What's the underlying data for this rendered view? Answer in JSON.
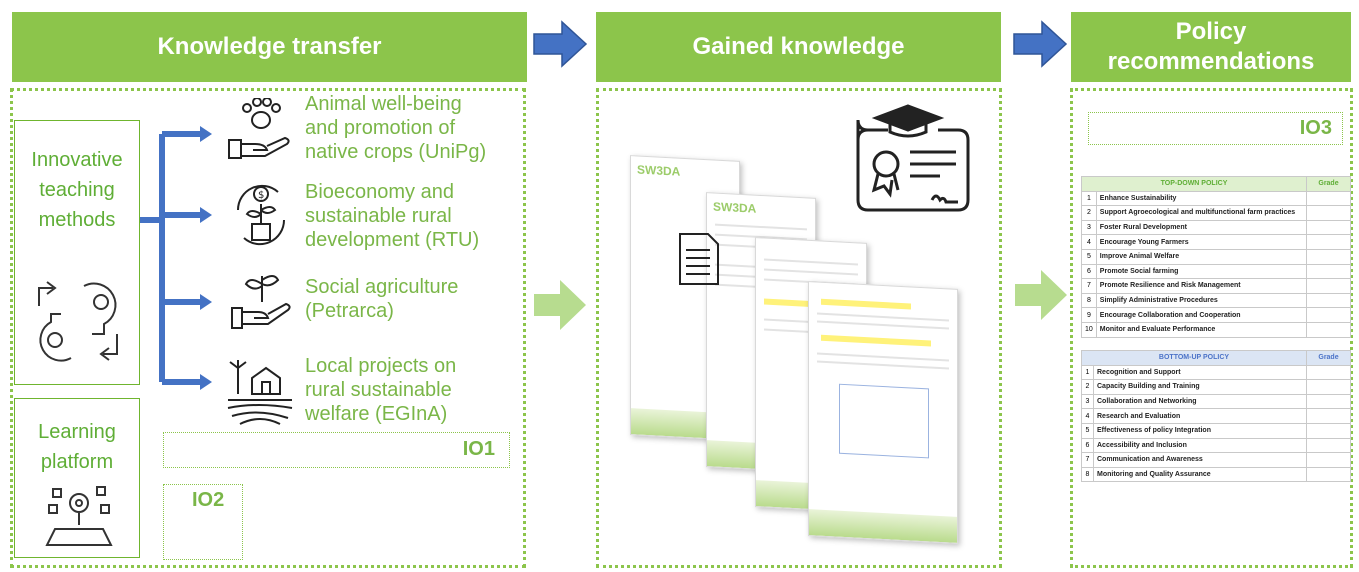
{
  "headers": {
    "knowledge_transfer": "Knowledge transfer",
    "gained_knowledge": "Gained knowledge",
    "policy_recommendations_line1": "Policy",
    "policy_recommendations_line2": "recommendations"
  },
  "left": {
    "teaching_title_lines": [
      "Innovative",
      "teaching",
      "methods"
    ],
    "learning_title_lines": [
      "Learning",
      "platform"
    ],
    "topics": [
      {
        "lines": [
          "Animal well-being",
          "and promotion of",
          "native crops (UniPg)"
        ],
        "icon": "paw-hand-icon"
      },
      {
        "lines": [
          "Bioeconomy and",
          "sustainable rural",
          "development (RTU)"
        ],
        "icon": "bioeconomy-icon"
      },
      {
        "lines": [
          "Social agriculture",
          "(Petrarca)"
        ],
        "icon": "plant-hand-icon"
      },
      {
        "lines": [
          "Local projects on",
          "rural sustainable",
          "welfare (EGInA)"
        ],
        "icon": "farm-icon"
      }
    ],
    "io1": "IO1",
    "io2": "IO2"
  },
  "middle": {
    "doc_logo": "SW3DA"
  },
  "right": {
    "io3": "IO3",
    "top_down": {
      "header": "TOP-DOWN POLICY",
      "grade_label": "Grade",
      "rows": [
        {
          "n": "1",
          "text": "Enhance Sustainability"
        },
        {
          "n": "2",
          "text": "Support Agroecological and multifunctional farm practices"
        },
        {
          "n": "3",
          "text": "Foster Rural Development"
        },
        {
          "n": "4",
          "text": "Encourage Young Farmers"
        },
        {
          "n": "5",
          "text": "Improve Animal Welfare"
        },
        {
          "n": "6",
          "text": "Promote Social farming"
        },
        {
          "n": "7",
          "text": "Promote Resilience and Risk Management"
        },
        {
          "n": "8",
          "text": "Simplify Administrative Procedures"
        },
        {
          "n": "9",
          "text": "Encourage Collaboration and Cooperation"
        },
        {
          "n": "10",
          "text": "Monitor and Evaluate Performance"
        }
      ]
    },
    "bottom_up": {
      "header": "BOTTOM-UP POLICY",
      "grade_label": "Grade",
      "rows": [
        {
          "n": "1",
          "text": "Recognition and Support"
        },
        {
          "n": "2",
          "text": "Capacity Building and Training"
        },
        {
          "n": "3",
          "text": "Collaboration and Networking"
        },
        {
          "n": "4",
          "text": "Research and Evaluation"
        },
        {
          "n": "5",
          "text": "Effectiveness of policy Integration"
        },
        {
          "n": "6",
          "text": "Accessibility and Inclusion"
        },
        {
          "n": "7",
          "text": "Communication and Awareness"
        },
        {
          "n": "8",
          "text": "Monitoring and Quality Assurance"
        }
      ]
    }
  },
  "colors": {
    "header_green": "#8cc54b",
    "text_green": "#7ab648",
    "arrow_blue": "#4472c4",
    "arrow_light_green": "#b7dc8f"
  }
}
